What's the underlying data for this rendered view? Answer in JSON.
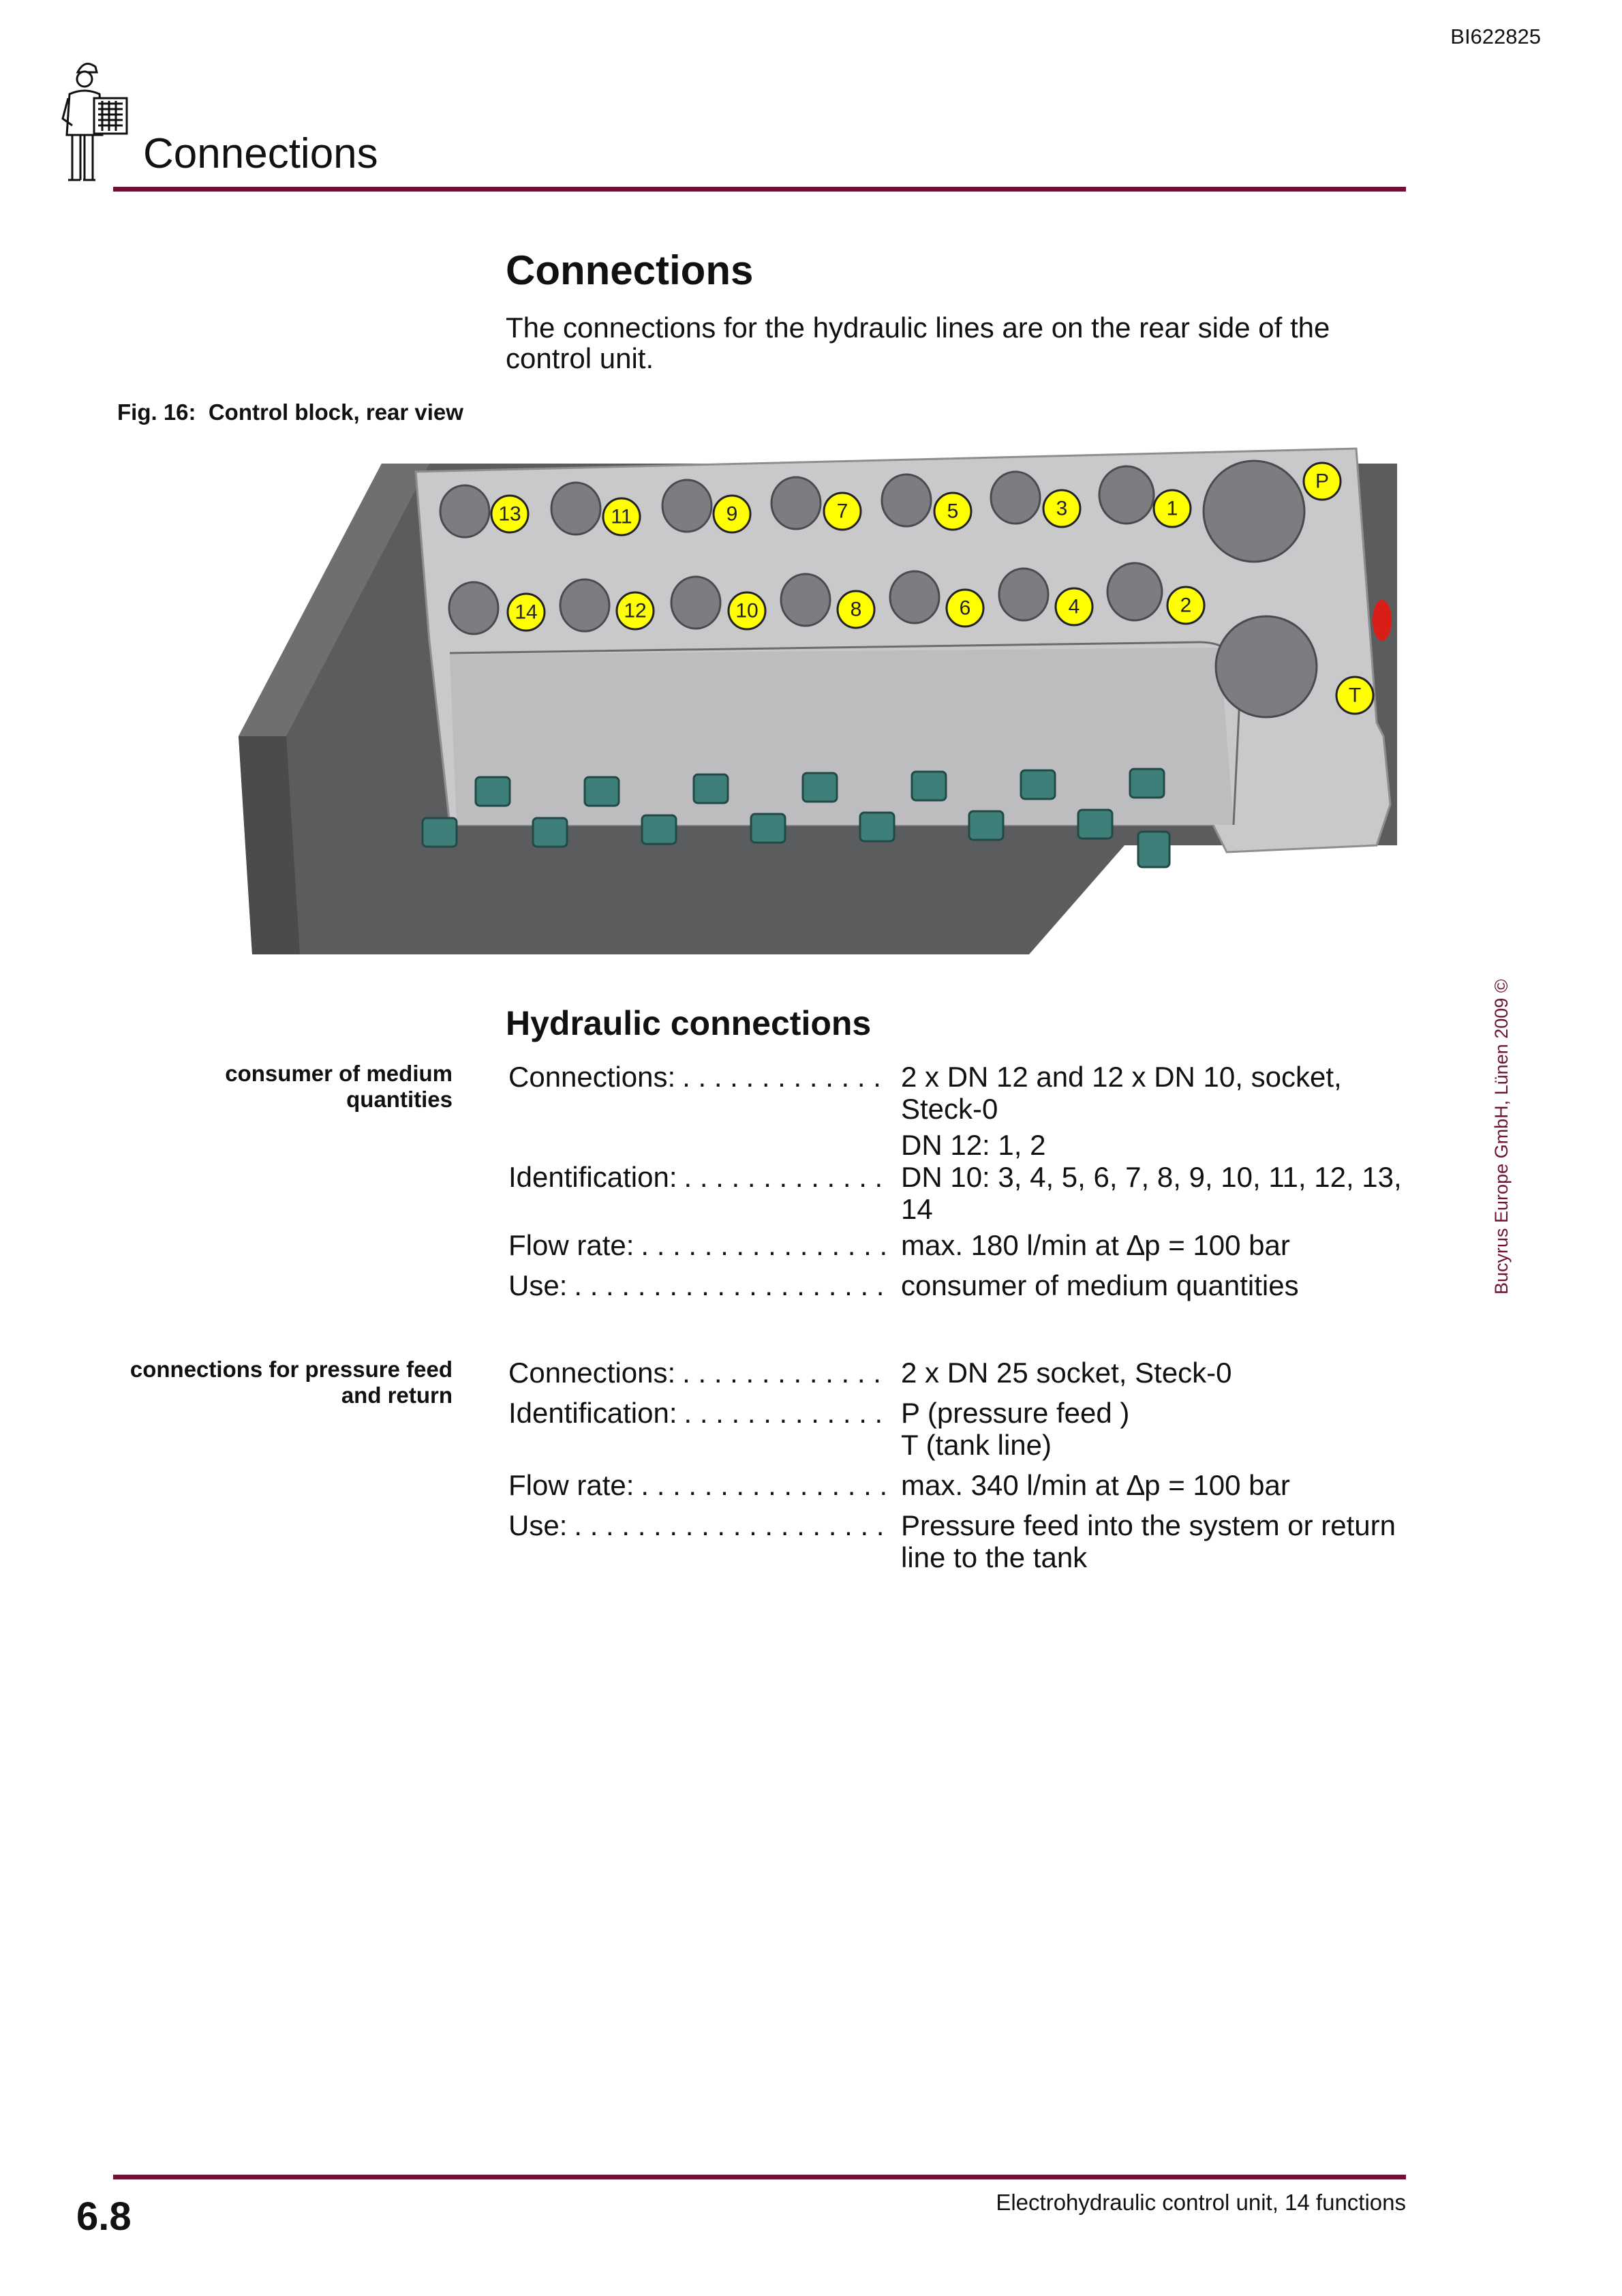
{
  "document": {
    "doc_id": "BI622825",
    "header_title": "Connections",
    "footer_text": "Electrohydraulic control unit, 14 functions",
    "page_number": "6.8",
    "copyright": "Bucyrus Europe GmbH, Lünen 2009",
    "copyright_symbol": "©"
  },
  "section": {
    "title": "Connections",
    "intro": "The connections for the hydraulic lines are on the rear side of the control unit.",
    "figure_caption": "Fig. 16:  Control block, rear view",
    "callouts_top": [
      "13",
      "11",
      "9",
      "7",
      "5",
      "3",
      "1",
      "P"
    ],
    "callouts_bottom": [
      "14",
      "12",
      "10",
      "8",
      "6",
      "4",
      "2",
      "T"
    ]
  },
  "hydraulic": {
    "title": "Hydraulic connections",
    "group1": {
      "side_label": "consumer of medium quantities",
      "connections_label": "Connections:",
      "connections_value": "2 x DN 12 and 12 x DN 10, socket, Steck-0",
      "identification_label": "Identification:",
      "identification_value_1": "DN 12: 1, 2",
      "identification_value_2": "DN 10: 3, 4, 5, 6, 7, 8, 9, 10, 11, 12, 13, 14",
      "flow_label": "Flow rate:",
      "flow_value": "max. 180 l/min at ∆p = 100 bar",
      "use_label": "Use:",
      "use_value": "consumer of medium quantities"
    },
    "group2": {
      "side_label": "connections for pressure feed and return",
      "connections_label": "Connections:",
      "connections_value": "2 x DN 25 socket, Steck-0",
      "identification_label": "Identification:",
      "identification_value_1": "P (pressure feed )",
      "identification_value_2": "T (tank line)",
      "flow_label": "Flow rate:",
      "flow_value": "max. 340 l/min at ∆p = 100 bar",
      "use_label": "Use:",
      "use_value": "Pressure feed into the system or return line to the tank"
    }
  },
  "colors": {
    "rule": "#6d1236",
    "callout_fill": "#ffff00",
    "block_face": "#c9c9cb",
    "block_dark": "#5b5c5e",
    "fitting": "#3f7f7a"
  }
}
